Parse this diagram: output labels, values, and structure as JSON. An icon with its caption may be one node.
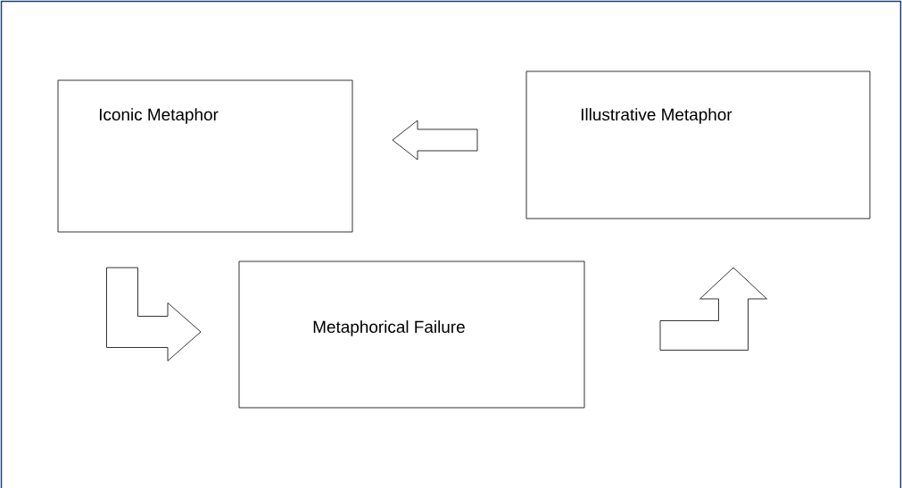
{
  "diagram": {
    "nodes": [
      {
        "text": [
          "Iconic Metaphor"
        ]
      },
      {
        "text": [
          "Illustrative Metaphor"
        ]
      },
      {
        "text": [
          "Metaphorical Failure"
        ]
      }
    ],
    "edges": [
      {
        "from": 0,
        "to": 2,
        "arrow": "to"
      },
      {
        "from": 1,
        "to": 0,
        "arrow": "to"
      },
      {
        "from": 2,
        "to": 1,
        "arrow": "to"
      }
    ]
  }
}
